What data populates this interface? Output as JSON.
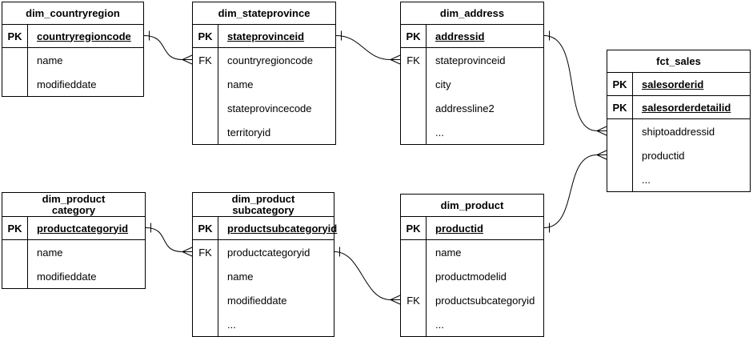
{
  "canvas": {
    "background_color": "#ffffff",
    "line_color": "#000000",
    "text_color": "#000000"
  },
  "tables": {
    "t0": {
      "title": "dim_countryregion",
      "rows": [
        {
          "key": "PK",
          "field": "countryregioncode"
        },
        {
          "key": "",
          "field": "name"
        },
        {
          "key": "",
          "field": "modifieddate"
        }
      ]
    },
    "t1": {
      "title": "dim_stateprovince",
      "rows": [
        {
          "key": "PK",
          "field": "stateprovinceid"
        },
        {
          "key": "FK",
          "field": "countryregioncode"
        },
        {
          "key": "",
          "field": "name"
        },
        {
          "key": "",
          "field": "stateprovincecode"
        },
        {
          "key": "",
          "field": "territoryid"
        }
      ]
    },
    "t2": {
      "title": "dim_address",
      "rows": [
        {
          "key": "PK",
          "field": "addressid"
        },
        {
          "key": "FK",
          "field": "stateprovinceid"
        },
        {
          "key": "",
          "field": "city"
        },
        {
          "key": "",
          "field": "addressline2"
        },
        {
          "key": "",
          "field": "..."
        }
      ]
    },
    "t3": {
      "title": "fct_sales",
      "rows": [
        {
          "key": "PK",
          "field": "salesorderid"
        },
        {
          "key": "PK",
          "field": "salesorderdetailid"
        },
        {
          "key": "",
          "field": "shiptoaddressid"
        },
        {
          "key": "",
          "field": "productid"
        },
        {
          "key": "",
          "field": "..."
        }
      ]
    },
    "t4": {
      "title": "dim_product\ncategory",
      "rows": [
        {
          "key": "PK",
          "field": "productcategoryid"
        },
        {
          "key": "",
          "field": "name"
        },
        {
          "key": "",
          "field": "modifieddate"
        }
      ]
    },
    "t5": {
      "title": "dim_product\nsubcategory",
      "rows": [
        {
          "key": "PK",
          "field": "productsubcategoryid"
        },
        {
          "key": "FK",
          "field": "productcategoryid"
        },
        {
          "key": "",
          "field": "name"
        },
        {
          "key": "",
          "field": "modifieddate"
        },
        {
          "key": "",
          "field": "..."
        }
      ]
    },
    "t6": {
      "title": "dim_product",
      "rows": [
        {
          "key": "PK",
          "field": "productid"
        },
        {
          "key": "",
          "field": "name"
        },
        {
          "key": "",
          "field": "productmodelid"
        },
        {
          "key": "FK",
          "field": "productsubcategoryid"
        },
        {
          "key": "",
          "field": "..."
        }
      ]
    }
  },
  "relationships": [
    {
      "from_table": "dim_countryregion",
      "from_field": "countryregioncode",
      "from_cardinality": "one",
      "to_table": "dim_stateprovince",
      "to_field": "countryregioncode",
      "to_cardinality": "many"
    },
    {
      "from_table": "dim_stateprovince",
      "from_field": "stateprovinceid",
      "from_cardinality": "one",
      "to_table": "dim_address",
      "to_field": "stateprovinceid",
      "to_cardinality": "many"
    },
    {
      "from_table": "dim_address",
      "from_field": "addressid",
      "from_cardinality": "one",
      "to_table": "fct_sales",
      "to_field": "shiptoaddressid",
      "to_cardinality": "many"
    },
    {
      "from_table": "dim_product",
      "from_field": "productid",
      "from_cardinality": "one",
      "to_table": "fct_sales",
      "to_field": "productid",
      "to_cardinality": "many"
    },
    {
      "from_table": "dim_productcategory",
      "from_field": "productcategoryid",
      "from_cardinality": "one",
      "to_table": "dim_productsubcategory",
      "to_field": "productcategoryid",
      "to_cardinality": "many"
    },
    {
      "from_table": "dim_productsubcategory",
      "from_field": "productsubcategoryid",
      "from_cardinality": "one",
      "to_table": "dim_product",
      "to_field": "productsubcategoryid",
      "to_cardinality": "many"
    }
  ]
}
